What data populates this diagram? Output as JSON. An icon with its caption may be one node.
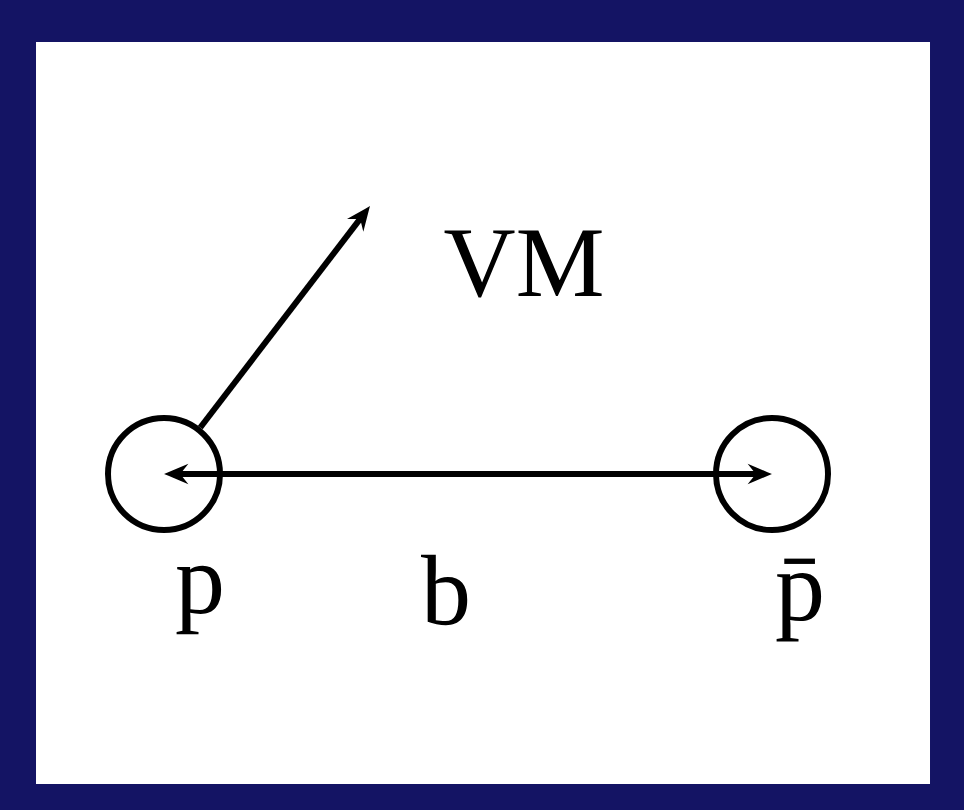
{
  "diagram": {
    "nodes": [
      {
        "text": [],
        "shape": "circle",
        "beside": [
          "p"
        ]
      },
      {
        "text": [],
        "shape": "circle",
        "beside": [
          "p̄"
        ]
      }
    ],
    "edges": [
      {
        "from": 0,
        "to": 1,
        "arrow": "both",
        "label": "b"
      },
      {
        "from": 0,
        "to": null,
        "arrow": "to",
        "label": "VM"
      }
    ]
  }
}
